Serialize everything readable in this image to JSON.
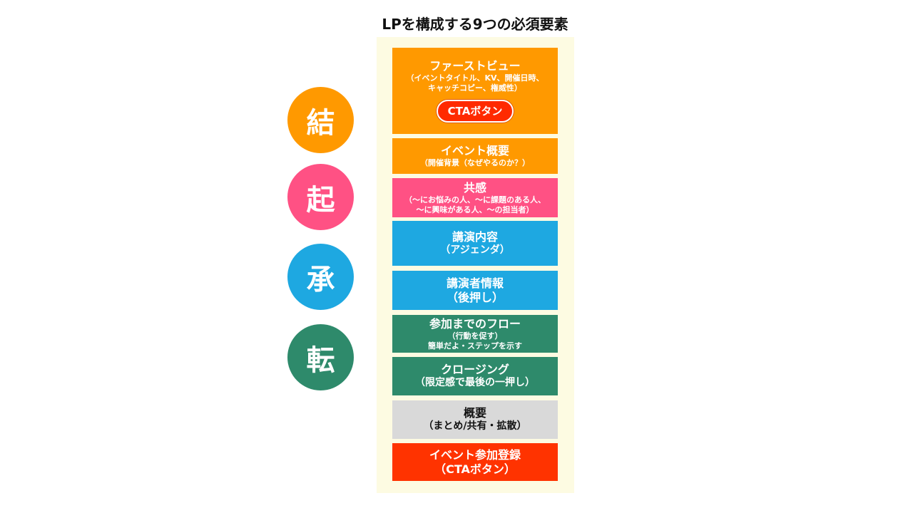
{
  "title": "LPを構成する9つの必須要素",
  "phases": [
    {
      "label": "結",
      "color": "#ff9900"
    },
    {
      "label": "起",
      "color": "#ff5184"
    },
    {
      "label": "承",
      "color": "#1ea8e1"
    },
    {
      "label": "転",
      "color": "#2e8a6b"
    }
  ],
  "elements": {
    "first_view": {
      "heading": "ファーストビュー",
      "sub1": "（イベントタイトル、KV、開催日時、",
      "sub2": "キャッチコピー、権威性）",
      "cta": "CTAボタン"
    },
    "overview_event": {
      "heading": "イベント概要",
      "sub": "（開催背景（なぜやるのか？）"
    },
    "empathy": {
      "heading": "共感",
      "sub1": "（〜にお悩みの人、〜に課題のある人、",
      "sub2": "〜に興味がある人、〜の担当者）"
    },
    "talk_content": {
      "heading": "講演内容",
      "sub": "（アジェンダ）"
    },
    "speaker_info": {
      "heading": "講演者情報",
      "sub": "（後押し）"
    },
    "flow": {
      "heading": "参加までのフロー",
      "sub1": "（行動を促す）",
      "sub2": "簡単だよ・ステップを示す"
    },
    "closing": {
      "heading": "クロージング",
      "sub": "（限定感で最後の一押し）"
    },
    "summary": {
      "heading": "概要",
      "sub": "（まとめ/共有・拡散）"
    },
    "register": {
      "heading": "イベント参加登録",
      "sub": "（CTAボタン）"
    }
  }
}
